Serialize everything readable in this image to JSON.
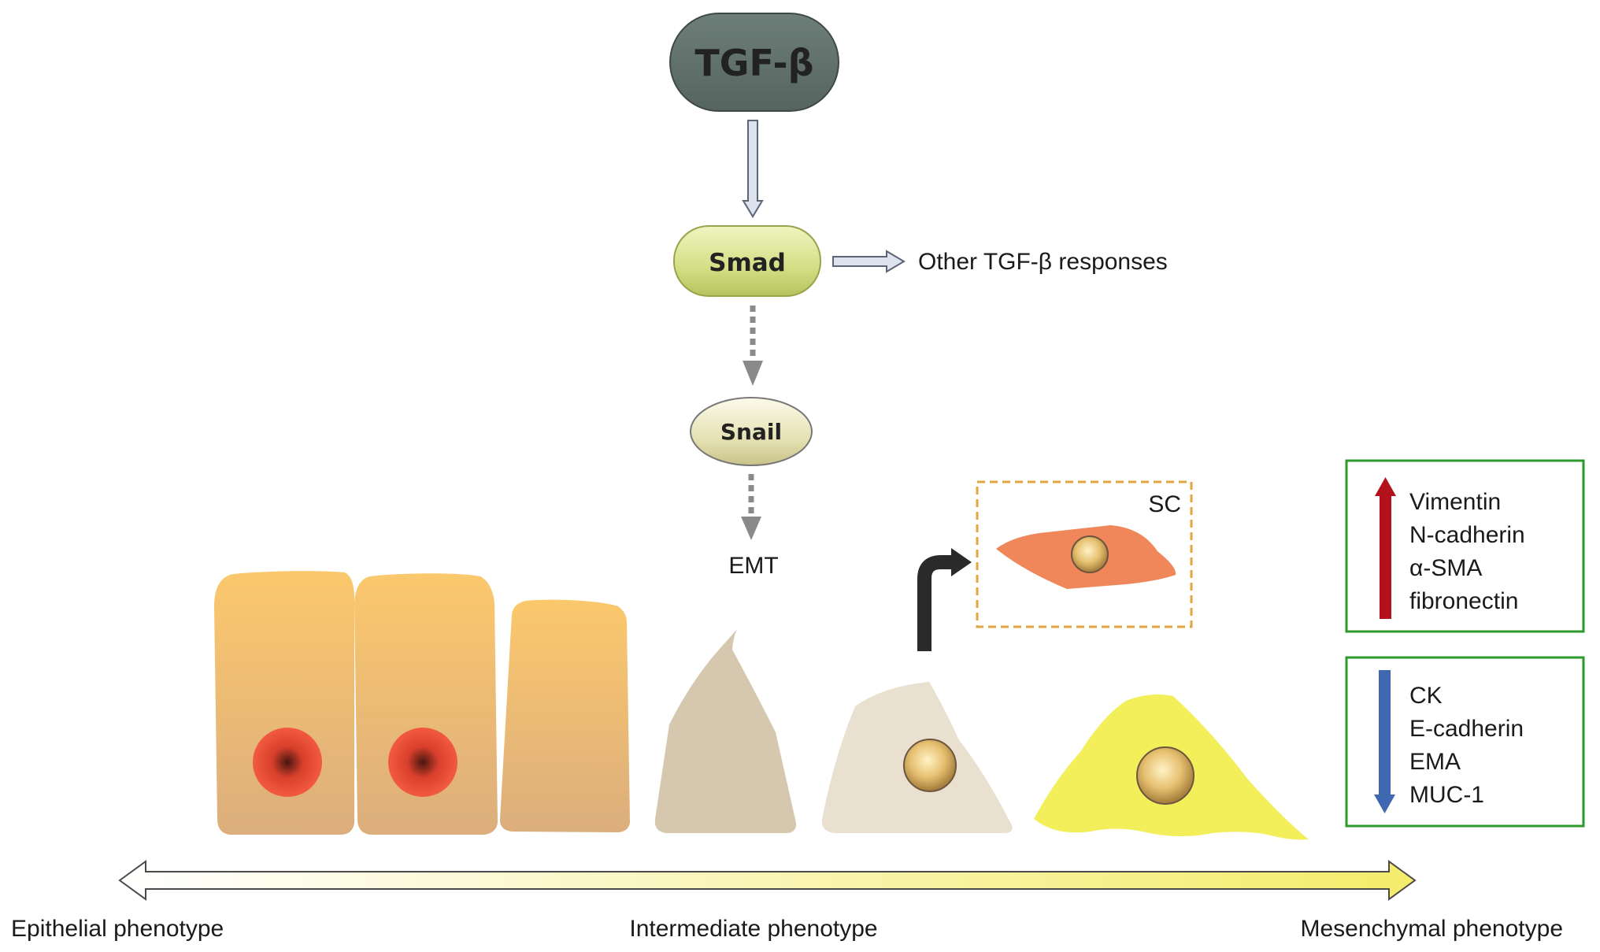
{
  "nodes": {
    "tgf": "TGF-β",
    "smad": "Smad",
    "snail": "Snail"
  },
  "labels": {
    "other_responses": "Other TGF-β responses",
    "emt": "EMT",
    "sc": "SC"
  },
  "markers": {
    "up": [
      "Vimentin",
      "N-cadherin",
      "α-SMA",
      "fibronectin"
    ],
    "down": [
      "CK",
      "E-cadherin",
      "EMA",
      "MUC-1"
    ]
  },
  "phenotypes": {
    "epithelial": "Epithelial phenotype",
    "intermediate": "Intermediate phenotype",
    "mesenchymal": "Mesenchymal phenotype"
  },
  "colors": {
    "tgf_fill": "#5e6e69",
    "smad_fill": "#d6e08c",
    "snail_fill": "#ece9c0",
    "epithelial_cell": "#f6c778",
    "nucleus_epithelial": "#e8523a",
    "up_arrow": "#b3121c",
    "down_arrow": "#3f68b0",
    "marker_box_border": "#2e9a2e",
    "sc_box_border": "#e0a642",
    "sc_cell": "#f0875a",
    "mesenchymal_cell": "#f3f05a"
  }
}
